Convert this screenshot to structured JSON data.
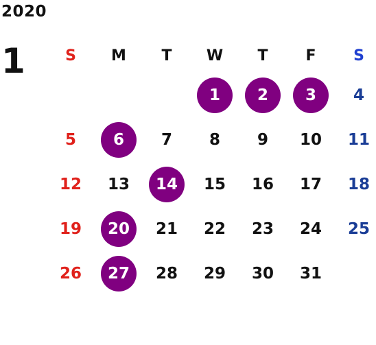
{
  "year": "2020",
  "month": "1",
  "colors": {
    "highlight": "#800080",
    "sunday": "#e0211b",
    "saturday": "#1a3d96",
    "weekday": "#111111"
  },
  "weekdays": [
    "S",
    "M",
    "T",
    "W",
    "T",
    "F",
    "S"
  ],
  "weeks": [
    [
      "",
      "",
      "",
      "1",
      "2",
      "3",
      "4"
    ],
    [
      "5",
      "6",
      "7",
      "8",
      "9",
      "10",
      "11"
    ],
    [
      "12",
      "13",
      "14",
      "15",
      "16",
      "17",
      "18"
    ],
    [
      "19",
      "20",
      "21",
      "22",
      "23",
      "24",
      "25"
    ],
    [
      "26",
      "27",
      "28",
      "29",
      "30",
      "31",
      ""
    ]
  ],
  "highlighted_days": [
    "1",
    "2",
    "3",
    "6",
    "14",
    "20",
    "27"
  ]
}
